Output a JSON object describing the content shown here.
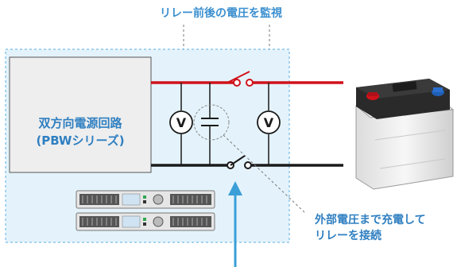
{
  "top_label": "リレー前後の電圧を監視",
  "box_label_line1": "双方向電源回路",
  "box_label_line2": "(PBWシリーズ)",
  "voltmeter_left": "V",
  "voltmeter_right": "V",
  "note_line1": "外部電圧まで充電して",
  "note_line2": "リレーを接続",
  "colors": {
    "accent_blue": "#3a8fcf",
    "note_blue": "#2f7fc1",
    "wire_red": "#d0121b",
    "wire_black": "#1a1a1a",
    "zone_fill": "#e4f3fb",
    "box_fill": "#eeeeee"
  },
  "icons": [
    "battery-icon",
    "power-supply-unit-icon",
    "relay-switch-icon",
    "capacitor-icon",
    "voltmeter-icon"
  ]
}
